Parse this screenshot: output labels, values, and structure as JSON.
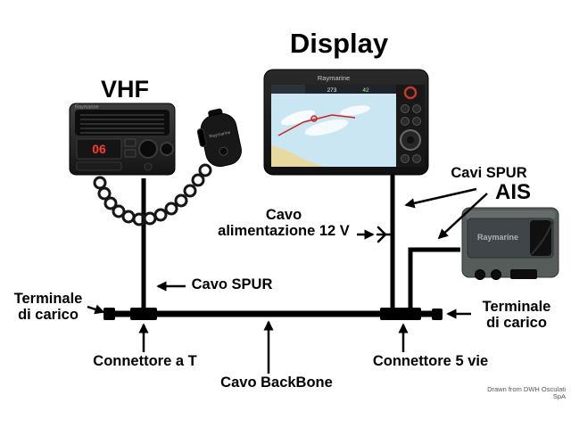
{
  "titles": {
    "display": "Display",
    "vhf": "VHF",
    "ais": "AIS"
  },
  "labels": {
    "cavi_spur": "Cavi SPUR",
    "cavo_alimentazione_1": "Cavo",
    "cavo_alimentazione_2": "alimentazione 12 V",
    "cavo_spur": "Cavo SPUR",
    "terminale_1": "Terminale",
    "terminale_2": "di carico",
    "connettore_t": "Connettore a T",
    "cavo_backbone": "Cavo BackBone",
    "connettore_5vie": "Connettore 5 vie",
    "credit": "Drawn from DWH Osculati SpA"
  },
  "devices": {
    "display": {
      "brand": "Raymarine",
      "databar": [
        "273",
        "42"
      ]
    },
    "vhf": {
      "brand": "Raymarine",
      "channel": "06"
    },
    "mic": {
      "brand": "Raymarine"
    },
    "ais": {
      "brand": "Raymarine"
    }
  },
  "colors": {
    "backbone": "#000000",
    "water": "#c9e6f2",
    "land": "#e8d99f",
    "accent_red": "#cc2222"
  }
}
